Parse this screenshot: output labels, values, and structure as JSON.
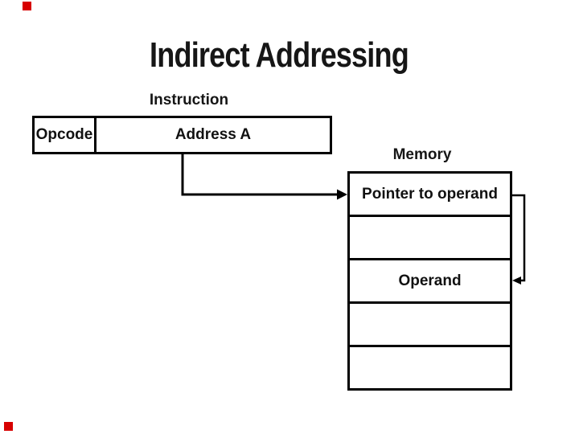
{
  "slide": {
    "title": "Indirect Addressing",
    "instruction": {
      "label": "Instruction",
      "opcode_label": "Opcode",
      "address_label": "Address A"
    },
    "memory": {
      "label": "Memory",
      "rows": [
        "Pointer to operand",
        "",
        "Operand",
        "",
        ""
      ]
    },
    "colors": {
      "text": "#161616",
      "line": "#000000",
      "accent_red": "#d70000",
      "background": "#ffffff"
    }
  }
}
